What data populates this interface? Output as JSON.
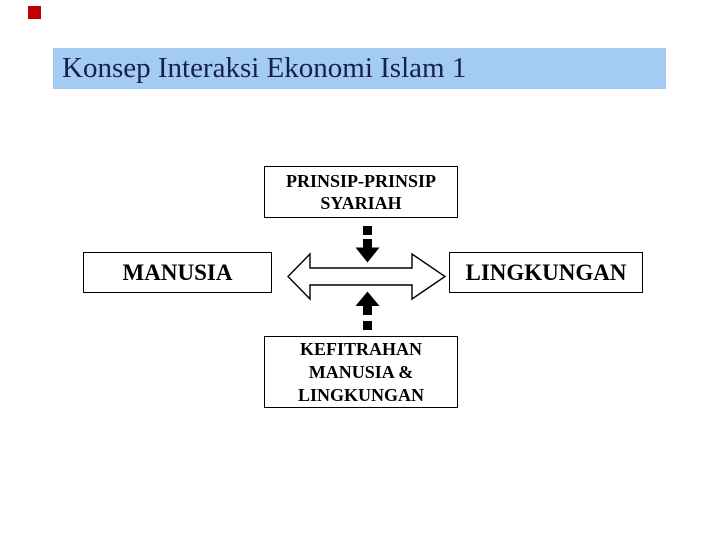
{
  "slide_title": "Konsep Interaksi Ekonomi Islam 1",
  "diagram": {
    "principles_box": {
      "line1": "PRINSIP-PRINSIP",
      "line2": "SYARIAH"
    },
    "manusia_box": {
      "label": "MANUSIA"
    },
    "lingkungan_box": {
      "label": "LINGKUNGAN"
    },
    "kefitrahan_box": {
      "line1": "KEFITRAHAN",
      "line2": "MANUSIA &",
      "line3": "LINGKUNGAN"
    },
    "icons": {
      "top_connector": "dashed-down-arrow-icon",
      "middle_connector": "double-horizontal-arrow-icon",
      "bottom_connector": "dashed-up-arrow-icon",
      "corner": "red-square-marker"
    }
  },
  "colors": {
    "title_bar_bg": "#A3CBF4",
    "title_text": "#14224A",
    "box_background": "#FFFFFF",
    "box_border": "#000000",
    "arrow_black": "#000000",
    "double_arrow_fill": "#FFFFFF",
    "corner_marker_red": "#C00000"
  }
}
